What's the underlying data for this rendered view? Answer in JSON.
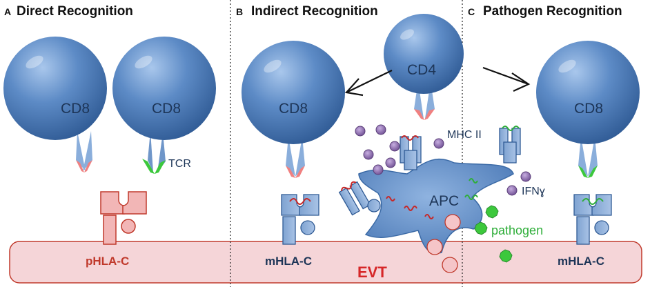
{
  "panels": [
    {
      "letter": "A",
      "title": "Direct Recognition"
    },
    {
      "letter": "B",
      "title": "Indirect Recognition"
    },
    {
      "letter": "C",
      "title": "Pathogen Recognition"
    }
  ],
  "labels": {
    "cd8": "CD8",
    "cd4": "CD4",
    "tcr": "TCR",
    "mhc_ii": "MHC II",
    "apc": "APC",
    "ifn": "IFNɣ",
    "pathogen": "pathogen",
    "phla_c": "pHLA-C",
    "mhla_c": "mHLA-C",
    "evt": "EVT"
  },
  "colors": {
    "cell_blue": "#4a78b5",
    "tcr_red_tip": "#f08080",
    "tcr_green_tip": "#3cc83c",
    "phla_red": "#c0392b",
    "evt_fill": "#f5d5d8",
    "ifn_purple": "#7a5a9a",
    "pathogen_green": "#2fae3a"
  }
}
